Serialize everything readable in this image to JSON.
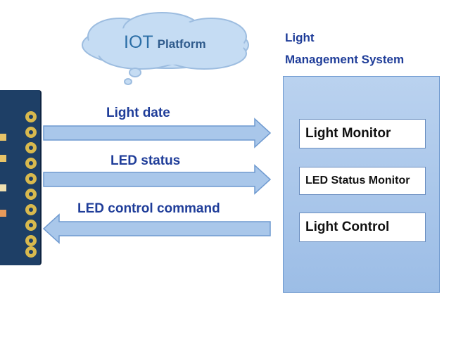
{
  "cloud": {
    "title": "IOT",
    "subtitle": "Platform"
  },
  "system": {
    "title_line1": "Light",
    "title_line2": "Management System",
    "modules": [
      "Light Monitor",
      "LED Status Monitor",
      "Light Control"
    ]
  },
  "flows": [
    {
      "label": "Light date",
      "direction": "right"
    },
    {
      "label": "LED status",
      "direction": "right"
    },
    {
      "label": "LED control command",
      "direction": "left"
    }
  ],
  "colors": {
    "title_text": "#1f3d99",
    "arrow_fill": "#a9c7ea",
    "system_box": "#a7c5eb",
    "board": "#1e3f66",
    "cloud": "#c5dcf3"
  }
}
